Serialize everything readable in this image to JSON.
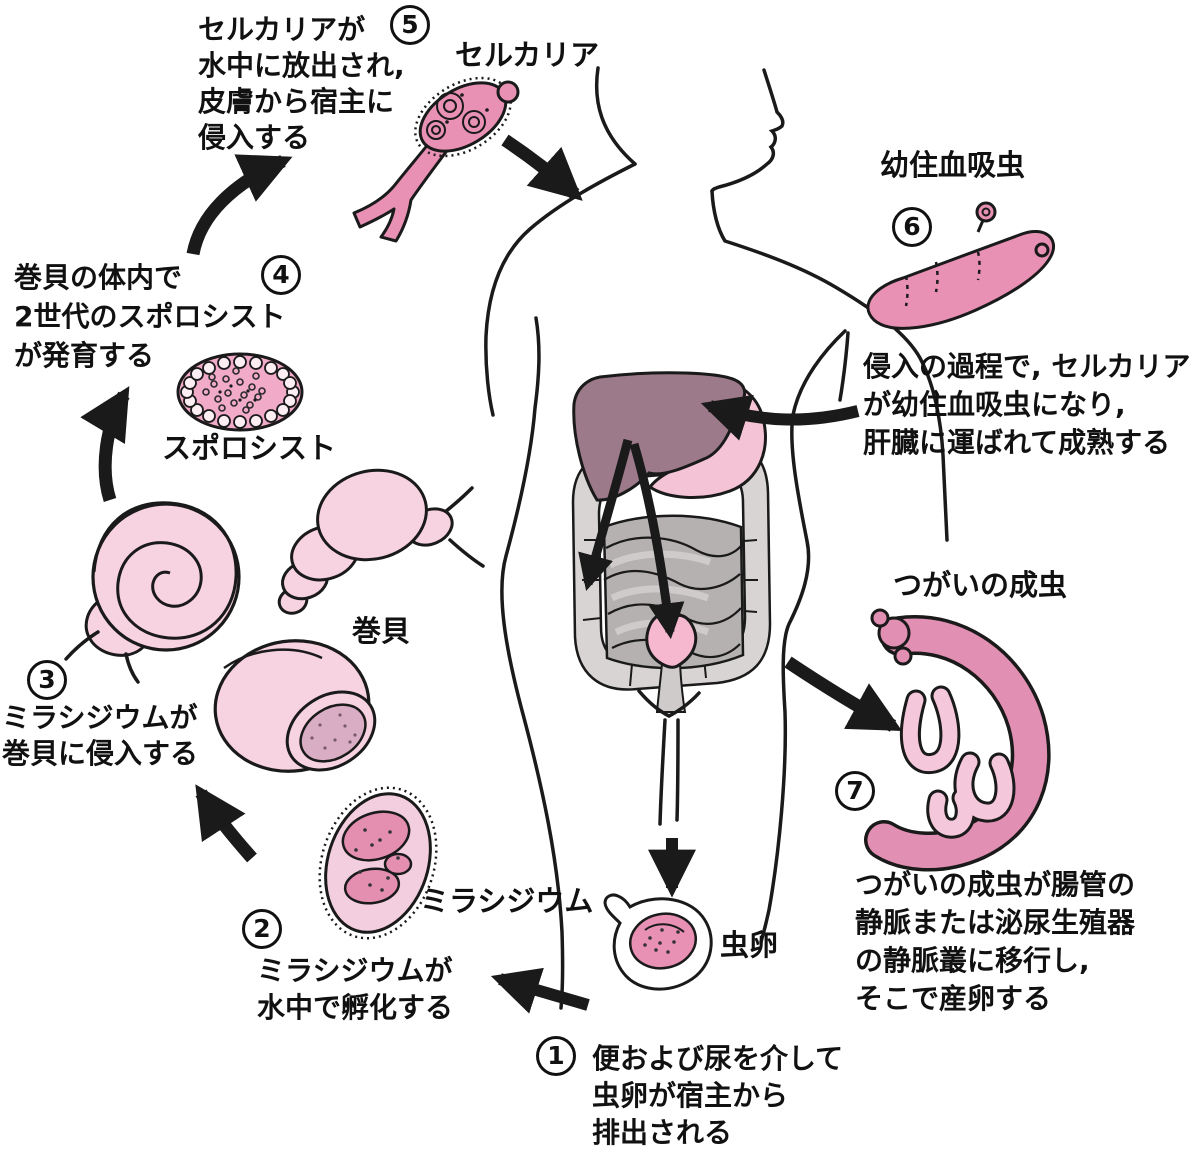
{
  "stage_labels": {
    "cercaria": "セルカリア",
    "sporocyst": "スポロシスト",
    "snail": "巻貝",
    "miracidium": "ミラシジウム",
    "egg": "虫卵",
    "schistosomulum": "幼住血吸虫",
    "adult_pair": "つがいの成虫"
  },
  "steps": [
    {
      "num": "1",
      "lines": [
        "便および尿を介して",
        "虫卵が宿主から",
        "排出される"
      ]
    },
    {
      "num": "2",
      "lines": [
        "ミラシジウムが",
        "水中で孵化する"
      ]
    },
    {
      "num": "3",
      "lines": [
        "ミラシジウムが",
        "巻貝に侵入する"
      ]
    },
    {
      "num": "4",
      "lines": [
        "巻貝の体内で",
        "2世代のスポロシスト",
        "が発育する"
      ]
    },
    {
      "num": "5",
      "lines": [
        "セルカリアが",
        "水中に放出され,",
        "皮膚から宿主に",
        "侵入する"
      ]
    },
    {
      "num": "6",
      "lines": [
        "侵入の過程で, セルカリア",
        "が幼住血吸虫になり,",
        "肝臓に運ばれて成熟する"
      ]
    },
    {
      "num": "7",
      "lines": [
        "つがいの成虫が腸管の",
        "静脈または泌尿生殖器",
        "の静脈叢に移行し,",
        "そこで産卵する"
      ]
    }
  ],
  "colors": {
    "outline": "#1a1a1a",
    "pink_light": "#f7d2e0",
    "pink_medium": "#e48fb4",
    "liver": "#9c7a89",
    "stomach": "#f4c3d6",
    "intestine_light": "#d8d4d4",
    "intestine_dark": "#b5b1b1"
  }
}
